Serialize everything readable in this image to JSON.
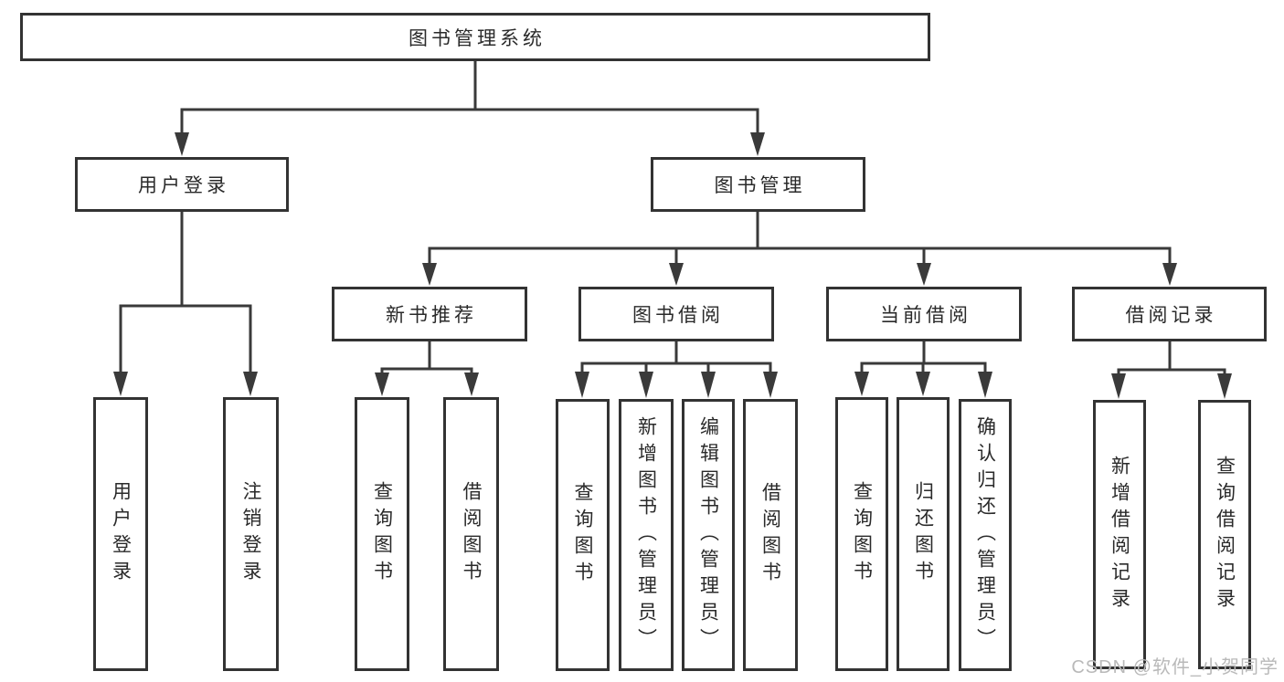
{
  "tree": {
    "label": "图书管理系统",
    "children": [
      {
        "label": "用户登录",
        "children": [
          {
            "label": "用户登录"
          },
          {
            "label": "注销登录"
          }
        ]
      },
      {
        "label": "图书管理",
        "children": [
          {
            "label": "新书推荐",
            "children": [
              {
                "label": "查询图书"
              },
              {
                "label": "借阅图书"
              }
            ]
          },
          {
            "label": "图书借阅",
            "children": [
              {
                "label": "查询图书"
              },
              {
                "label": "新增图书（管理员）"
              },
              {
                "label": "编辑图书（管理员）"
              },
              {
                "label": "借阅图书"
              }
            ]
          },
          {
            "label": "当前借阅",
            "children": [
              {
                "label": "查询图书"
              },
              {
                "label": "归还图书"
              },
              {
                "label": "确认归还（管理员）"
              }
            ]
          },
          {
            "label": "借阅记录",
            "children": [
              {
                "label": "新增借阅记录"
              },
              {
                "label": "查询借阅记录"
              }
            ]
          }
        ]
      }
    ]
  },
  "watermark": "CSDN @软件_小贺同学",
  "colors": {
    "line": "#3a3a3a",
    "box_border": "#333333",
    "box_background": "#ffffff",
    "text": "#2a2a2a",
    "watermark": "#b9b9b9"
  }
}
